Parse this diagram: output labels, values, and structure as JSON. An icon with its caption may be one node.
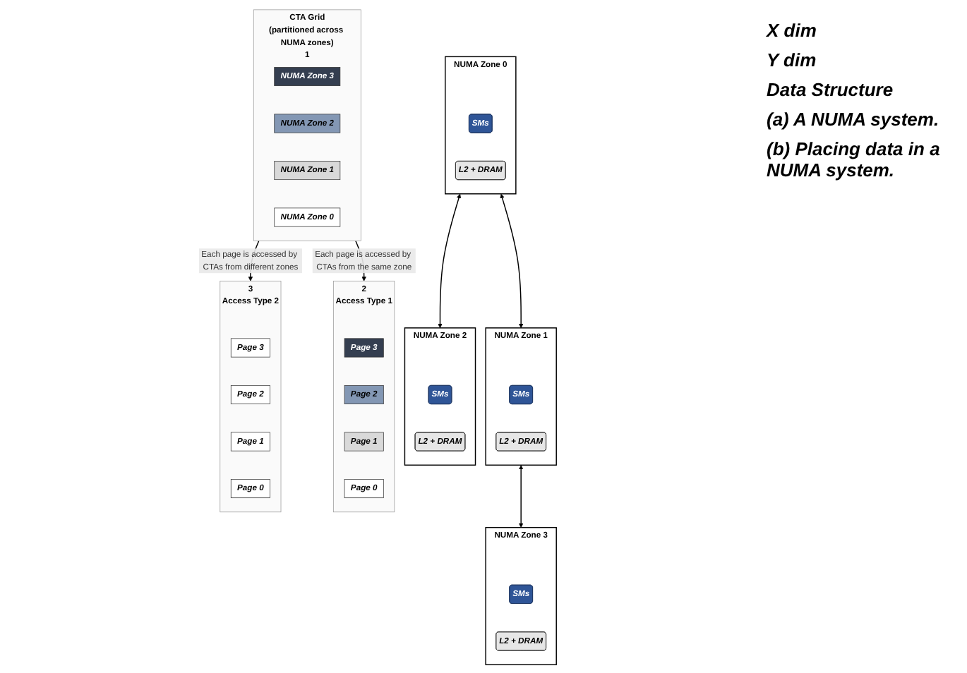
{
  "diagram": {
    "nodes": [
      {
        "text": [
          "NUMA Zone 0"
        ]
      },
      {
        "text": [
          "SMs"
        ],
        "in": 0
      },
      {
        "text": [
          "L2 + DRAM"
        ],
        "in": 0
      },
      {
        "text": [
          "NUMA Zone 1"
        ]
      },
      {
        "text": [
          "SMs"
        ],
        "in": 3
      },
      {
        "text": [
          "L2 + DRAM"
        ],
        "in": 3
      },
      {
        "text": [
          "NUMA Zone 2"
        ]
      },
      {
        "text": [
          "SMs"
        ],
        "in": 6
      },
      {
        "text": [
          "L2 + DRAM"
        ],
        "in": 6
      },
      {
        "text": [
          "NUMA Zone 3"
        ]
      },
      {
        "text": [
          "SMs"
        ],
        "in": 9
      },
      {
        "text": [
          "L2 + DRAM"
        ],
        "in": 9
      },
      {
        "text": [
          "CTA Grid",
          "(partitioned across NUMA zones)"
        ],
        "beside": [
          "1"
        ]
      },
      {
        "text": [
          "NUMA Zone 3"
        ],
        "in": 12
      },
      {
        "text": [
          "NUMA Zone 2"
        ],
        "in": 12
      },
      {
        "text": [
          "NUMA Zone 1"
        ],
        "in": 12
      },
      {
        "text": [
          "NUMA Zone 0"
        ],
        "in": 12
      },
      {
        "text": [],
        "shape": "box",
        "beside": [
          "2",
          "Access Type 1"
        ]
      },
      {
        "text": [
          "Page 3"
        ],
        "in": 17
      },
      {
        "text": [
          "Page 2"
        ],
        "in": 17
      },
      {
        "text": [
          "Page 1"
        ],
        "in": 17
      },
      {
        "text": [
          "Page 0"
        ],
        "in": 17
      },
      {
        "text": [],
        "shape": "box",
        "beside": [
          "3",
          "Access Type 2"
        ]
      },
      {
        "text": [
          "Page 3"
        ],
        "in": 22
      },
      {
        "text": [
          "Page 2"
        ],
        "in": 22
      },
      {
        "text": [
          "Page 1"
        ],
        "in": 22
      },
      {
        "text": [
          "Page 0"
        ],
        "in": 22
      }
    ],
    "edges": [
      {
        "from": 0,
        "to": 3,
        "arrow": "both"
      },
      {
        "from": 0,
        "to": 6,
        "arrow": "both"
      },
      {
        "from": 3,
        "to": 9,
        "arrow": "both"
      },
      {
        "from": 12,
        "to": 17,
        "arrow": "to",
        "label": "Each page is accessed by CTAs from the same zone"
      },
      {
        "from": 12,
        "to": 22,
        "arrow": "to",
        "label": "Each page is accessed by CTAs from different zones"
      }
    ],
    "labels": [
      "X dim",
      "Y dim",
      "Data Structure",
      "(a) A NUMA system.",
      "(b) Placing data in a NUMA system."
    ]
  }
}
